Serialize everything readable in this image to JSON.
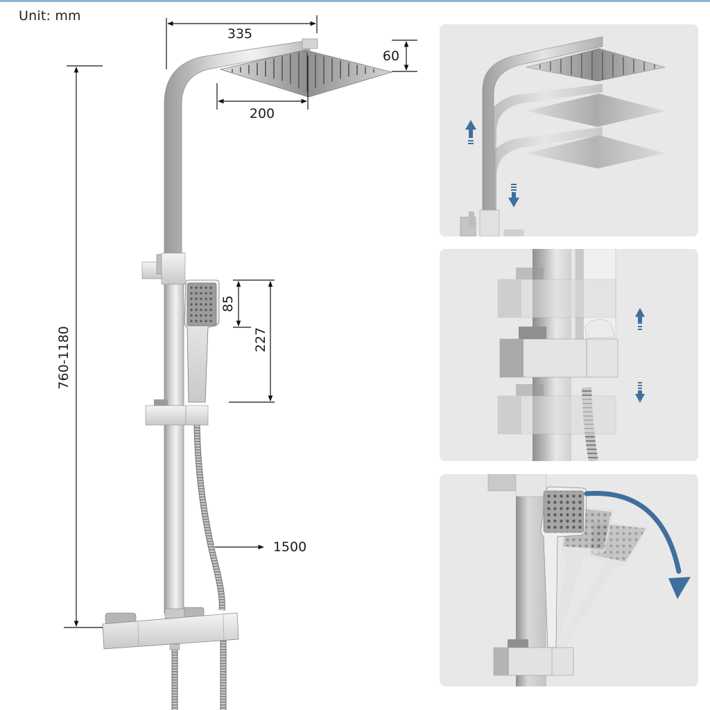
{
  "header": {
    "unit_label": "Unit: mm"
  },
  "dimensions": {
    "overhead_arm_length": "335",
    "rain_head_width": "200",
    "rain_head_height_offset": "60",
    "handheld_head_length": "85",
    "handheld_total_length": "227",
    "rail_height_range": "760-1180",
    "hose_length": "1500"
  },
  "panels": [
    {
      "id": "height-adjustable-overhead",
      "icons": [
        "arrow-up-icon",
        "arrow-down-icon"
      ]
    },
    {
      "id": "sliding-holder-adjustment",
      "icons": [
        "arrow-up-icon",
        "arrow-down-icon"
      ]
    },
    {
      "id": "handheld-tilt-rotation",
      "icons": [
        "curved-arrow-icon"
      ]
    }
  ],
  "colors": {
    "accent_blue": "#3f6f9c",
    "top_bar": "#8fb3d3",
    "panel_bg": "#e8e8e8",
    "chrome_light": "#e6e6e6",
    "chrome_mid": "#bdbdbd",
    "chrome_dark": "#8a8a8a",
    "line": "#111111"
  }
}
